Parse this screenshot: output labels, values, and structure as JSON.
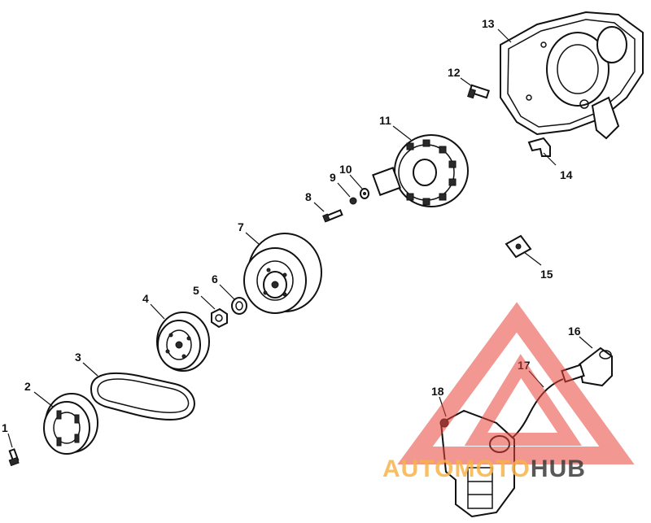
{
  "diagram": {
    "parts": [
      {
        "number": "1"
      },
      {
        "number": "2"
      },
      {
        "number": "3"
      },
      {
        "number": "4"
      },
      {
        "number": "5"
      },
      {
        "number": "6"
      },
      {
        "number": "7"
      },
      {
        "number": "8"
      },
      {
        "number": "9"
      },
      {
        "number": "10"
      },
      {
        "number": "11"
      },
      {
        "number": "12"
      },
      {
        "number": "13"
      },
      {
        "number": "14"
      },
      {
        "number": "15"
      },
      {
        "number": "16"
      },
      {
        "number": "17"
      },
      {
        "number": "18"
      }
    ]
  },
  "watermark": {
    "part1": "AUTOMOTO",
    "part2": "HUB",
    "color_red": "#e8433a",
    "color_orange": "#f6b34a",
    "color_gray": "#3b3b3b"
  }
}
